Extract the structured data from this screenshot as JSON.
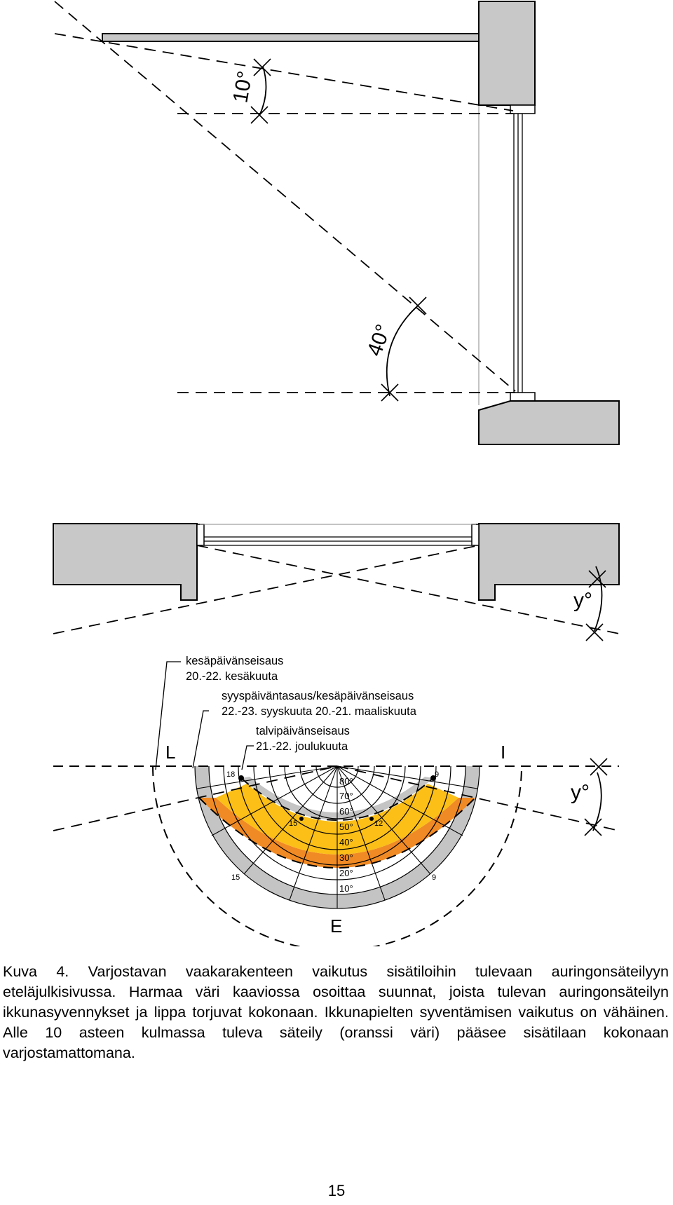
{
  "section_view": {
    "angle_upper": "10°",
    "angle_lower": "40°"
  },
  "plan_view": {
    "angle_label": "y°"
  },
  "sun_diagram": {
    "annotations": {
      "summer_solstice_title": "kesäpäivänseisaus",
      "summer_solstice_date": "20.-22. kesäkuuta",
      "equinox_title": "syyspäiväntasaus/kesäpäivänseisaus",
      "equinox_date": "22.-23. syyskuuta  20.-21. maaliskuuta",
      "winter_solstice_title": "talvipäivänseisaus",
      "winter_solstice_date": "21.-22. joulukuuta"
    },
    "direction_left": "L",
    "direction_right": "I",
    "direction_bottom": "E",
    "angle_label": "y°",
    "altitude_labels": [
      "80°",
      "70°",
      "60°",
      "50°",
      "40°",
      "30°",
      "20°",
      "10°"
    ],
    "hour_labels": {
      "outer_left": "15",
      "outer_right": "9",
      "mid_left": "15",
      "mid_right": "12",
      "top_left": "18",
      "top_right": "9"
    },
    "colors": {
      "blocked_gray": "#c4c4c4",
      "low_angle_orange": "#f08a24",
      "sun_yellow": "#fbbf18",
      "wall_gray": "#c8c8c8"
    }
  },
  "caption": {
    "text": "Kuva 4. Varjostavan vaakarakenteen vaikutus sisätiloihin tulevaan auringonsäteilyyn eteläjulkisivussa. Harmaa väri kaaviossa osoittaa suunnat, joista tulevan auringonsäteilyn ikkunasyvennykset ja lippa torjuvat kokonaan. Ikkunapielten syventämisen vaikutus on vähäinen. Alle 10 asteen kulmassa tuleva säteily (oranssi väri) pääsee sisätilaan kokonaan varjostamattomana."
  },
  "page_number": "15"
}
